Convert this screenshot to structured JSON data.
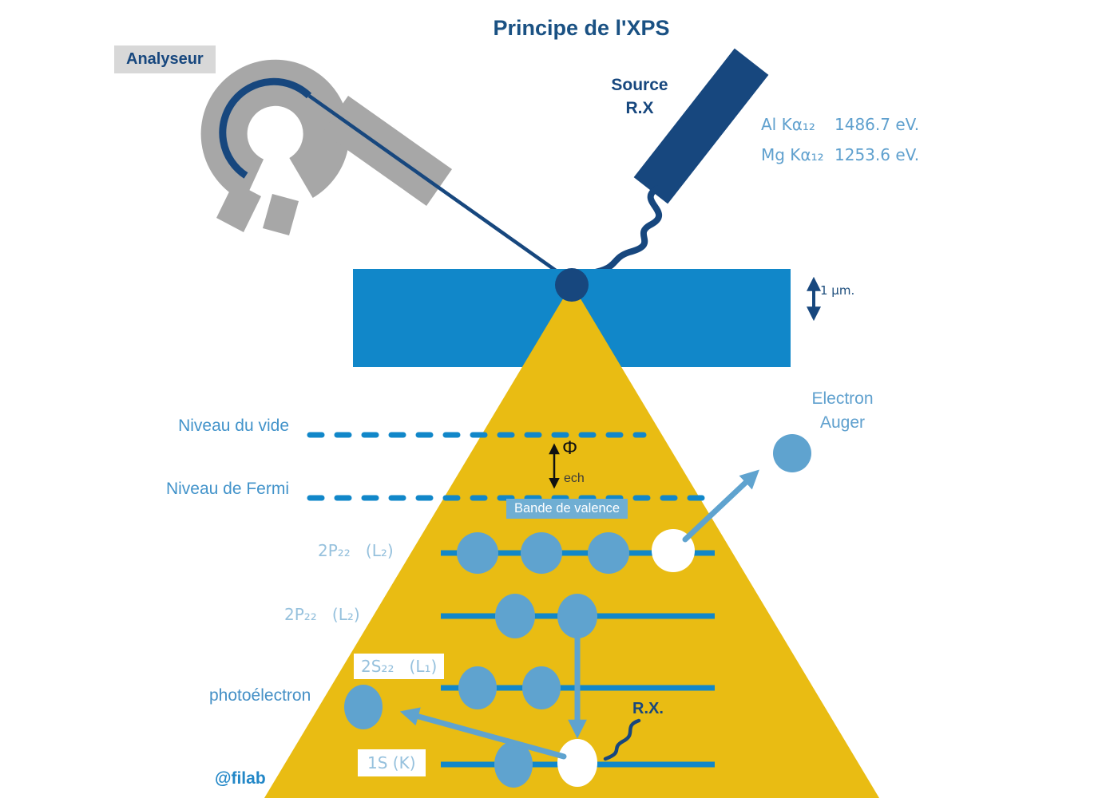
{
  "title": "Principe de l'XPS",
  "analyzer": {
    "label": "Analyseur"
  },
  "source": {
    "label_line1": "Source",
    "label_line2": "R.X"
  },
  "xray_lines": [
    {
      "line": "Al Kα₁₂",
      "energy": "1486.7 eV."
    },
    {
      "line": "Mg Kα₁₂",
      "energy": "1253.6 eV."
    }
  ],
  "sample": {
    "depth_label": "1 μm."
  },
  "auger": {
    "label_line1": "Electron",
    "label_line2": "Auger"
  },
  "diagram": {
    "vacuum_level_label": "Niveau du vide",
    "fermi_level_label": "Niveau de Fermi",
    "work_function_symbol": "Φ",
    "work_function_sub": "ech",
    "valence_band_label": "Bande de valence",
    "level_2p_a": "2P₂₂   (L₂)",
    "level_2p_b": "2P₂₂   (L₂)",
    "level_2s": "2S₂₂   (L₁)",
    "level_1s": "1S (K)",
    "photoelectron_label": "photoélectron",
    "xray_photon_label": "R.X."
  },
  "credit": "@filab",
  "colors": {
    "navy": "#17477E",
    "title_blue": "#1A5183",
    "sample_blue": "#1187C9",
    "electron_blue": "#5FA3CF",
    "pale_label_blue": "#96C1DD",
    "text_blue": "#4293CA",
    "beam_yellow": "#E9BC13",
    "analyzer_gray": "#A7A7A7",
    "label_bg_gray": "#D8D8D8",
    "valence_bg": "#6FAED3"
  }
}
